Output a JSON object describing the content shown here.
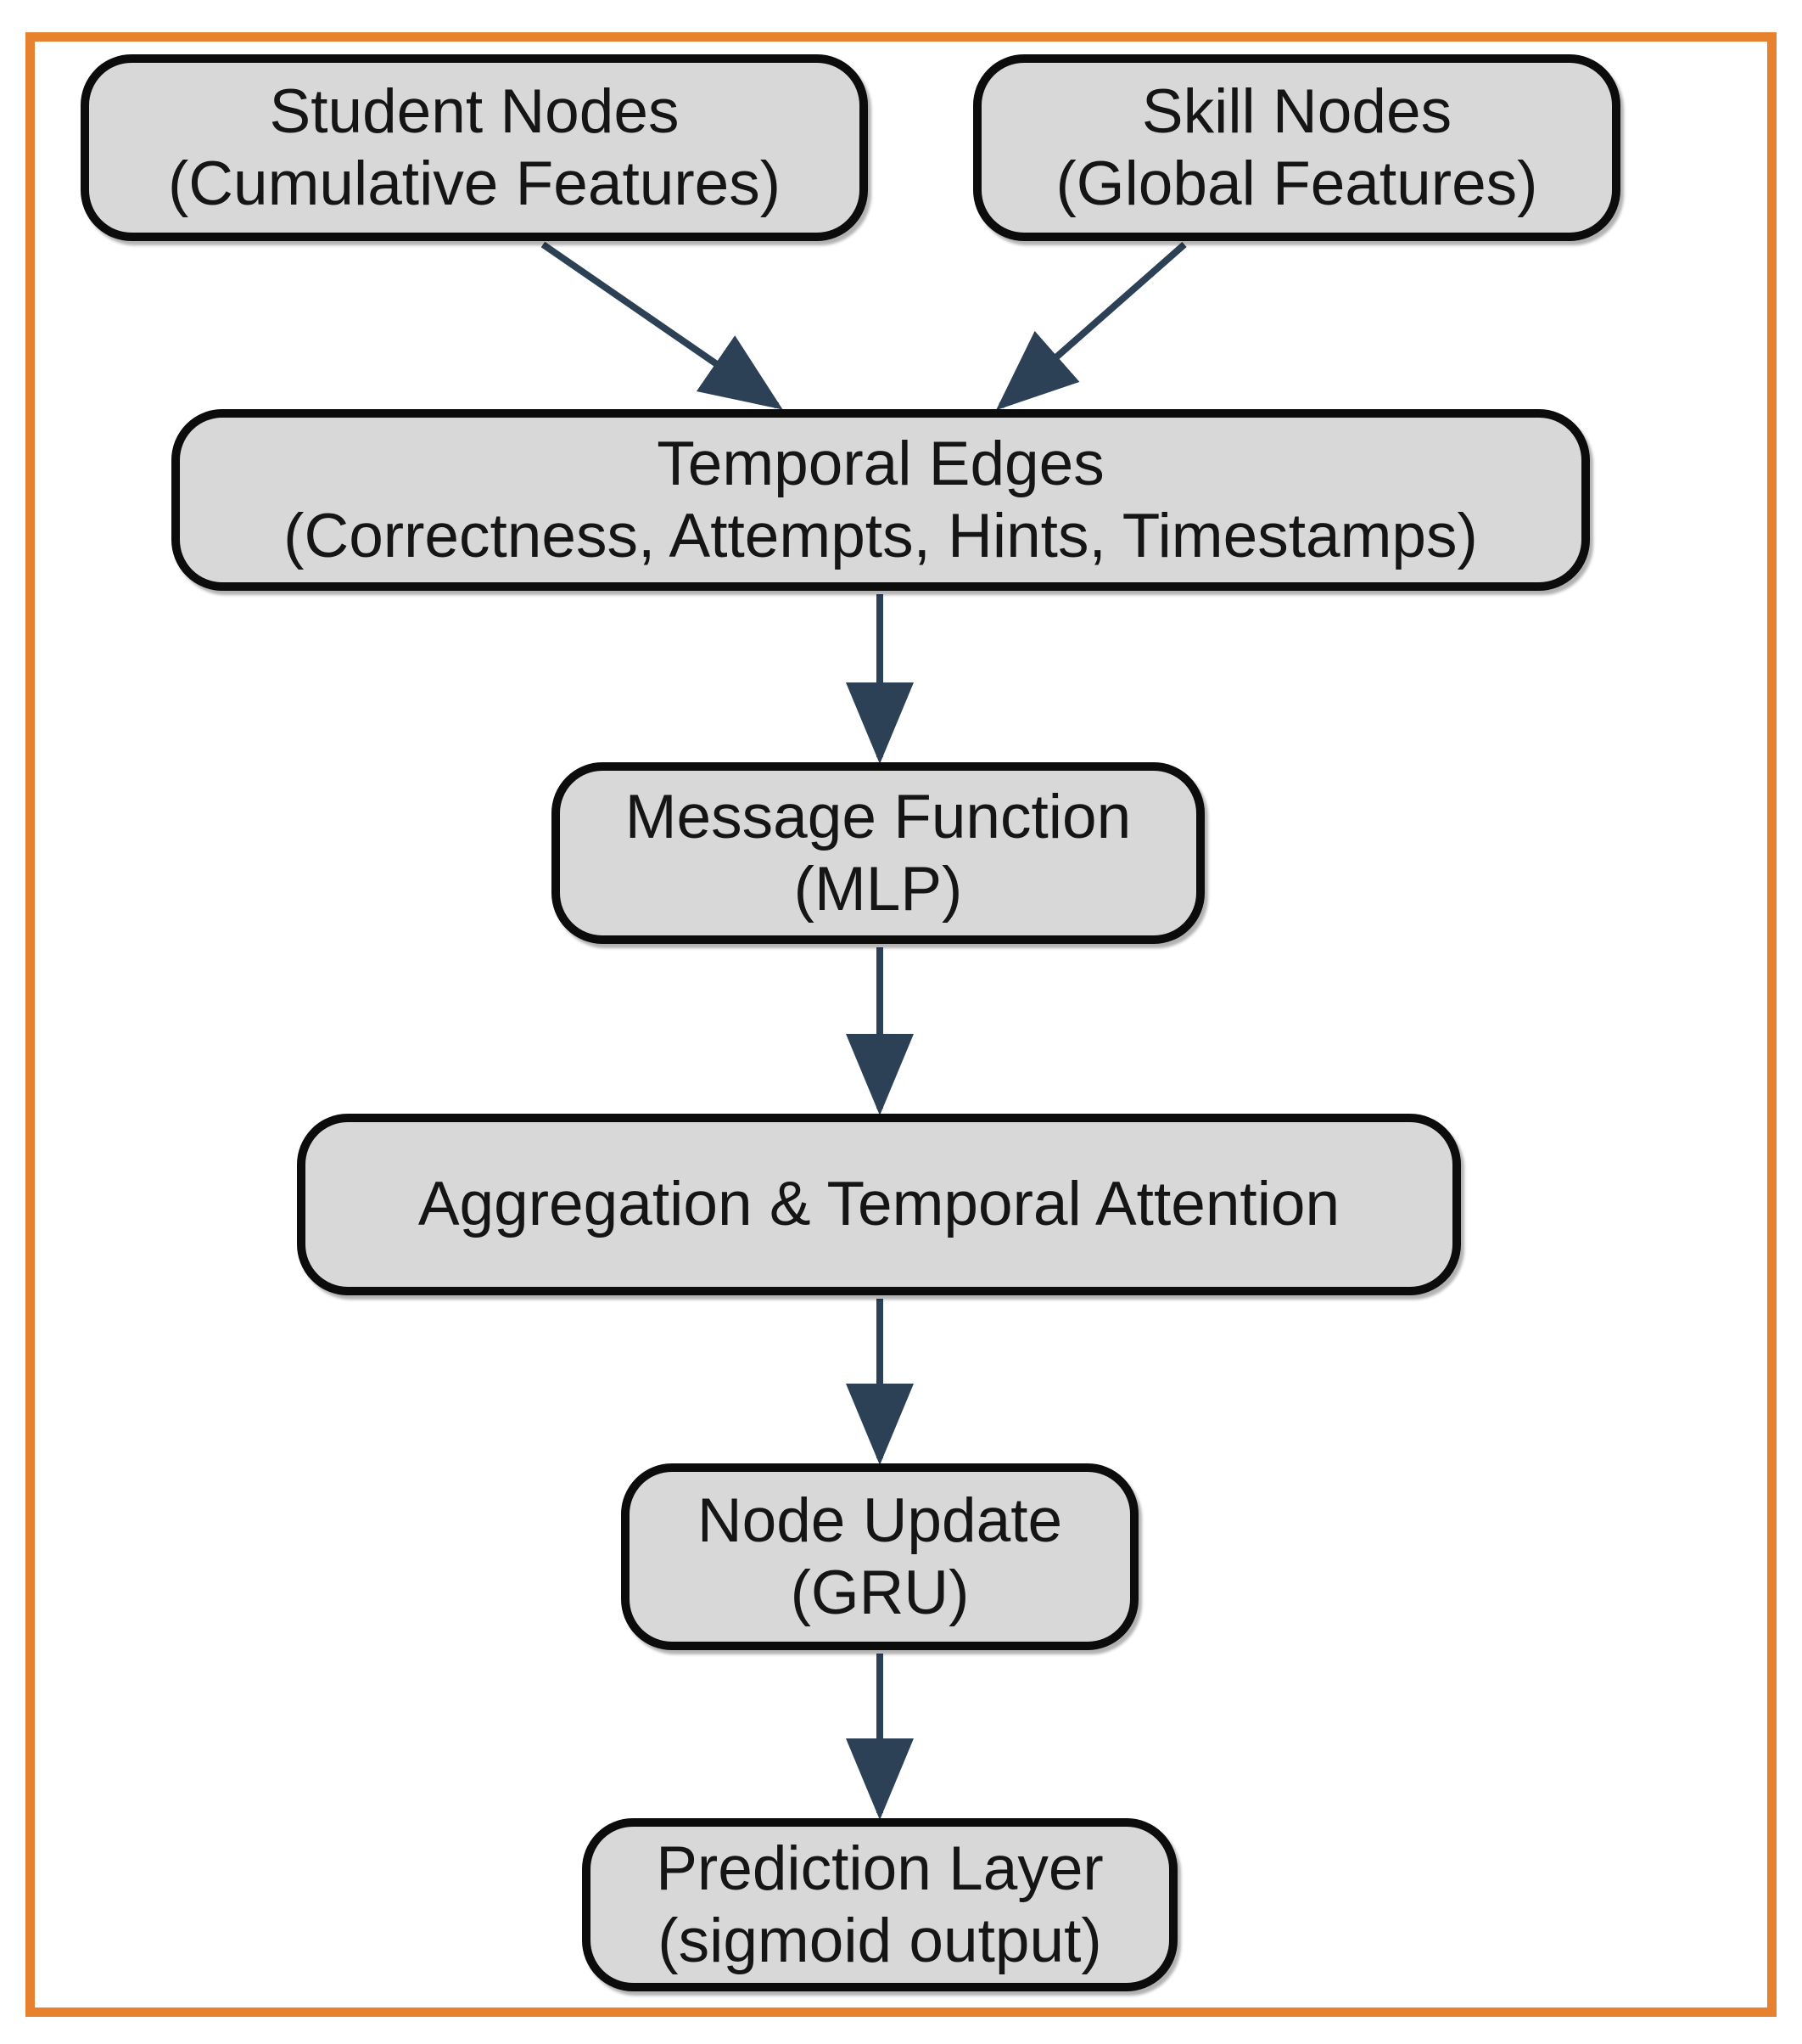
{
  "diagram": {
    "title": "Temporal graph network flow diagram",
    "colors": {
      "frame": "#E8812E",
      "node-fill": "#D8D8D8",
      "node-border": "#0C0C0C",
      "arrow": "#2C4156"
    },
    "nodes": [
      {
        "id": "student-nodes",
        "line1": "Student Nodes",
        "line2": "(Cumulative Features)"
      },
      {
        "id": "skill-nodes",
        "line1": "Skill Nodes",
        "line2": "(Global Features)"
      },
      {
        "id": "temporal-edges",
        "line1": "Temporal Edges",
        "line2": "(Correctness, Attempts, Hints, Timestamps)"
      },
      {
        "id": "message-function",
        "line1": "Message Function",
        "line2": "(MLP)"
      },
      {
        "id": "aggregation",
        "line1": "Aggregation & Temporal Attention",
        "line2": ""
      },
      {
        "id": "node-update",
        "line1": "Node Update",
        "line2": "(GRU)"
      },
      {
        "id": "prediction-layer",
        "line1": "Prediction Layer",
        "line2": "(sigmoid output)"
      }
    ],
    "edges": [
      {
        "from": "student-nodes",
        "to": "temporal-edges"
      },
      {
        "from": "skill-nodes",
        "to": "temporal-edges"
      },
      {
        "from": "temporal-edges",
        "to": "message-function"
      },
      {
        "from": "message-function",
        "to": "aggregation"
      },
      {
        "from": "aggregation",
        "to": "node-update"
      },
      {
        "from": "node-update",
        "to": "prediction-layer"
      }
    ]
  }
}
